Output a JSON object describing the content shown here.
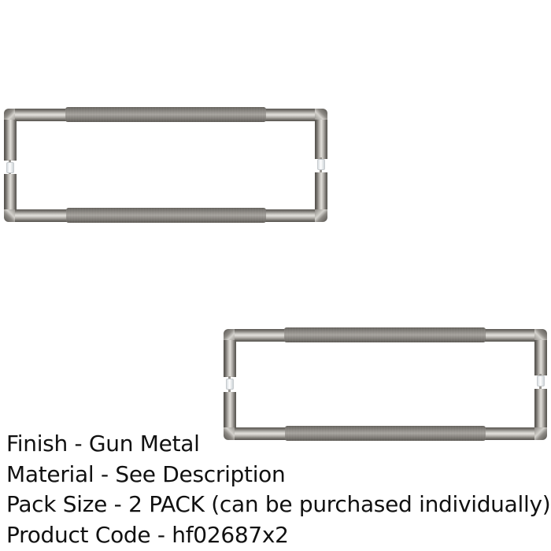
{
  "product": {
    "images": [
      {
        "alt": "Gun metal back-to-back door pull handle, view 1"
      },
      {
        "alt": "Gun metal back-to-back door pull handle, view 2"
      }
    ],
    "specs": [
      {
        "label": "Finish",
        "value": "Gun Metal",
        "text": "Finish - Gun Metal"
      },
      {
        "label": "Material",
        "value": "See Description",
        "text": "Material - See Description"
      },
      {
        "label": "Pack Size",
        "value": "2 PACK (can be purchased individually)",
        "text": "Pack Size - 2 PACK (can be purchased individually)"
      },
      {
        "label": "Product Code",
        "value": "hf02687x2",
        "text": "Product Code - hf02687x2"
      }
    ],
    "colors": {
      "background": "#ffffff",
      "text": "#111111",
      "metal_dark": "#55524d",
      "metal_mid": "#8a8782",
      "metal_highlight": "#e2e0dc",
      "connector": "#f2f4f6"
    }
  }
}
